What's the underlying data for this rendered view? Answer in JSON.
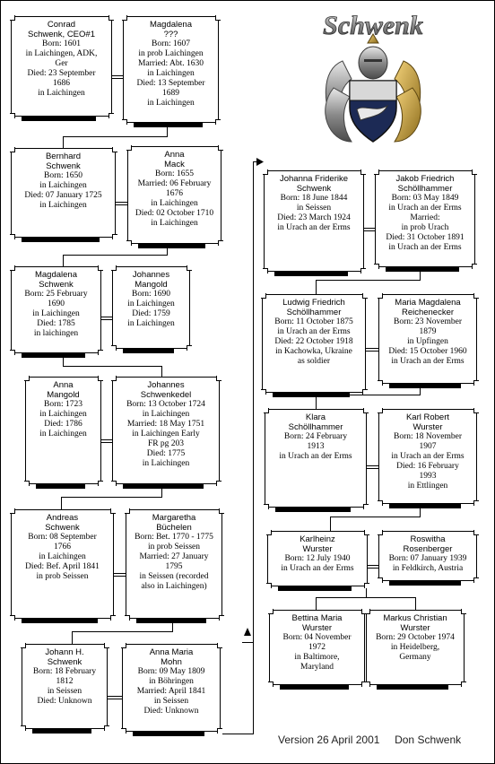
{
  "logo": {
    "text": "Schwenk"
  },
  "footer": {
    "version": "Version 26 April 2001",
    "author": "Don Schwenk"
  },
  "people": {
    "conrad": {
      "lines": [
        "Conrad",
        "Schwenk, CEO#1",
        "Born: 1601",
        "in Laichingen, ADK,",
        "Ger",
        "Died: 23 September",
        "1686",
        "in Laichingen"
      ]
    },
    "magdalena1": {
      "lines": [
        "Magdalena",
        "???",
        "Born: 1607",
        "in prob Laichingen",
        "Married: Abt. 1630",
        "in Laichingen",
        "Died: 13 September",
        "1689",
        "in Laichingen"
      ]
    },
    "bernhard": {
      "lines": [
        "Bernhard",
        "Schwenk",
        "Born: 1650",
        "in Laichingen",
        "Died: 07 January 1725",
        "in Laichingen"
      ]
    },
    "anna_mack": {
      "lines": [
        "Anna",
        "Mack",
        "Born: 1655",
        "Married: 06 February",
        "1676",
        "in Laichingen",
        "Died: 02 October 1710",
        "in Laichingen"
      ]
    },
    "magdalena2": {
      "lines": [
        "Magdalena",
        "Schwenk",
        "Born: 25 February",
        "1690",
        "in Laichingen",
        "Died: 1785",
        "in laichingen"
      ]
    },
    "johannes_mangold": {
      "lines": [
        "Johannes",
        "Mangold",
        "Born: 1690",
        "in Laichingen",
        "Died: 1759",
        "in Laichingen"
      ]
    },
    "anna_mangold": {
      "lines": [
        "Anna",
        "Mangold",
        "Born: 1723",
        "in Laichingen",
        "Died: 1786",
        "in Laichingen"
      ]
    },
    "johannes_schwenkedel": {
      "lines": [
        "Johannes",
        "Schwenkedel",
        "Born: 13 October 1724",
        "in Laichingen",
        "Married: 18 May 1751",
        "in Laichingen Early",
        "FR pg 203",
        "Died: 1775",
        "in Laichingen"
      ]
    },
    "andreas": {
      "lines": [
        "Andreas",
        "Schwenk",
        "Born: 08 September",
        "1766",
        "in Laichingen",
        "Died: Bef. April 1841",
        "in prob Seissen"
      ]
    },
    "margaretha": {
      "lines": [
        "Margaretha",
        "Büchelen",
        "Born: Bet. 1770 - 1775",
        "in prob Seissen",
        "Married: 27 January",
        "1795",
        "in Seissen (recorded",
        "also in Laichingen)"
      ]
    },
    "johann_h": {
      "lines": [
        "Johann H.",
        "Schwenk",
        "Born: 18 February",
        "1812",
        "in Seissen",
        "Died: Unknown"
      ]
    },
    "anna_maria_mohn": {
      "lines": [
        "Anna Maria",
        "Mohn",
        "Born: 09 May 1809",
        "in Böhringen",
        "Married: April 1841",
        "in Seissen",
        "Died: Unknown"
      ]
    },
    "johanna": {
      "lines": [
        "Johanna Friderike",
        "Schwenk",
        "Born: 18 June 1844",
        "in Seissen",
        "Died: 23 March 1924",
        "in Urach an der Erms"
      ]
    },
    "jakob": {
      "lines": [
        "Jakob Friedrich",
        "Schöllhammer",
        "Born: 03 May 1849",
        "in Urach an der Erms",
        "Married:",
        "in prob Urach",
        "Died: 31 October 1891",
        "in Urach an der Erms"
      ]
    },
    "ludwig": {
      "lines": [
        "Ludwig Friedrich",
        "Schöllhammer",
        "Born: 11 October 1875",
        "in Urach an der Erms",
        "Died: 22 October 1918",
        "in Kachowka, Ukraine",
        "as soldier"
      ]
    },
    "maria_magdalena": {
      "lines": [
        "Maria Magdalena",
        "Reichenecker",
        "Born: 23 November",
        "1879",
        "in Upfingen",
        "Died: 15 October 1960",
        "in Urach an der Erms"
      ]
    },
    "klara": {
      "lines": [
        "Klara",
        "Schöllhammer",
        "Born: 24 February",
        "1913",
        "in Urach an der Erms"
      ]
    },
    "karl": {
      "lines": [
        "Karl Robert",
        "Wurster",
        "Born: 18 November",
        "1907",
        "in Urach an der Erms",
        "Died: 16 February",
        "1993",
        "in Ettlingen"
      ]
    },
    "karlheinz": {
      "lines": [
        "Karlheinz",
        "Wurster",
        "Born: 12 July 1940",
        "in Urach an der Erms"
      ]
    },
    "roswitha": {
      "lines": [
        "Roswitha",
        "Rosenberger",
        "Born: 07 January 1939",
        "in Feldkirch, Austria"
      ]
    },
    "bettina": {
      "lines": [
        "Bettina Maria",
        "Wurster",
        "Born: 04 November",
        "1972",
        "in Baltimore,",
        "Maryland"
      ]
    },
    "markus": {
      "lines": [
        "Markus Christian",
        "Wurster",
        "Born: 29 October 1974",
        "in Heidelberg,",
        "Germany"
      ]
    }
  }
}
